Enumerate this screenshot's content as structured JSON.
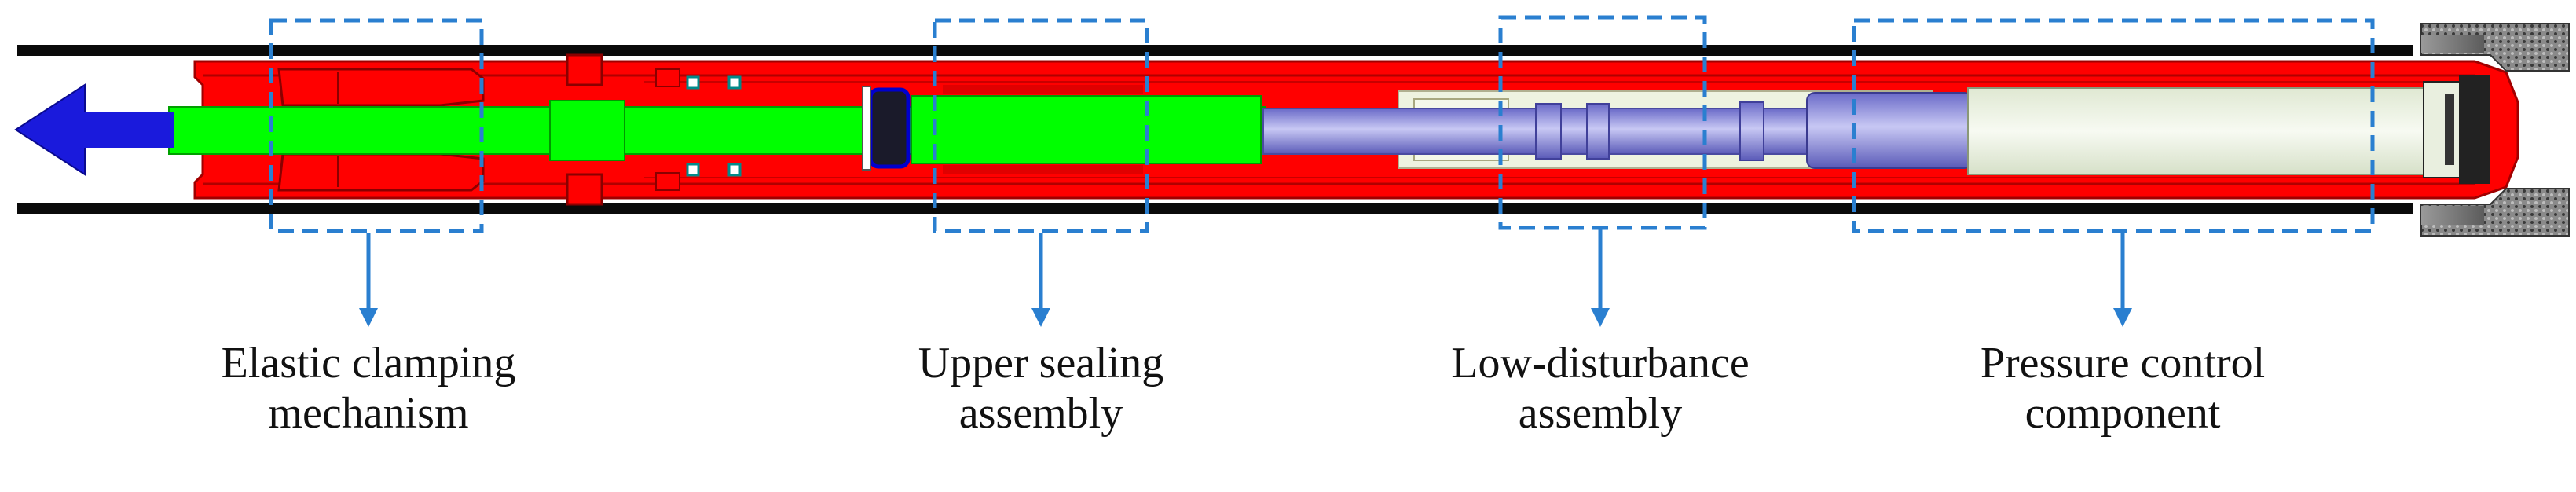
{
  "colors": {
    "housing_red": "#ff0000",
    "housing_dark_red": "#c40000",
    "core_green": "#00ff00",
    "piston_blue": "#8080d8",
    "piston_light": "#c8c8f0",
    "chamber_pale": "#e8f0d8",
    "tube_pale": "#f0f5ea",
    "arrow_blue": "#1a1adc",
    "box_blue": "#2a7fd0",
    "rail_black": "#0a0a0a",
    "bit_gray": "#7a7a7a"
  },
  "labels": [
    {
      "id": "elastic",
      "lines": [
        "Elastic clamping",
        "mechanism"
      ]
    },
    {
      "id": "upper",
      "lines": [
        "Upper sealing",
        "assembly"
      ]
    },
    {
      "id": "low",
      "lines": [
        "Low-disturbance",
        "assembly"
      ]
    },
    {
      "id": "pressure",
      "lines": [
        "Pressure control",
        "component"
      ]
    }
  ]
}
